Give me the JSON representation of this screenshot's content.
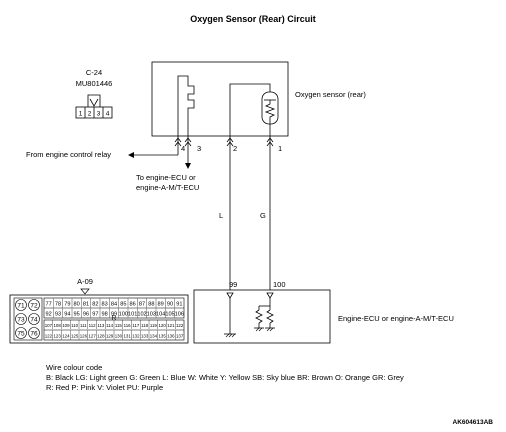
{
  "title": "Oxygen Sensor (Rear) Circuit",
  "connector_c24": {
    "id": "C-24",
    "part_no": "MU801446",
    "pins": [
      "1",
      "2",
      "3",
      "4"
    ]
  },
  "sensor": {
    "label": "Oxygen sensor (rear)"
  },
  "terminals": {
    "t4": "4",
    "t3": "3",
    "t2": "2",
    "t1": "1"
  },
  "annotations": {
    "from_relay": "From engine control relay",
    "to_ecu_line1": "To engine-ECU or",
    "to_ecu_line2": "engine-A-M/T-ECU"
  },
  "wires": {
    "left_colour": "L",
    "right_colour": "G"
  },
  "ecu": {
    "label": "Engine-ECU or engine-A-M/T-ECU",
    "pin_left": "99",
    "pin_right": "100"
  },
  "connector_a09": {
    "id": "A-09",
    "left_pins": [
      "71",
      "72",
      "73",
      "74",
      "75",
      "76"
    ],
    "row1": [
      "77",
      "78",
      "79",
      "80",
      "81",
      "82",
      "83",
      "84",
      "85",
      "86",
      "87",
      "88",
      "89",
      "90",
      "91"
    ],
    "row2": [
      "92",
      "93",
      "94",
      "95",
      "96",
      "97",
      "98",
      "99",
      "100",
      "101",
      "102",
      "103",
      "104",
      "105",
      "106"
    ],
    "row3": [
      "107",
      "108",
      "109",
      "110",
      "111",
      "112",
      "113",
      "114",
      "115",
      "116",
      "117",
      "118",
      "119",
      "120",
      "121",
      "122"
    ],
    "row4": [
      "122",
      "123",
      "124",
      "125",
      "126",
      "127",
      "128",
      "129",
      "130",
      "131",
      "132",
      "133",
      "134",
      "135",
      "136",
      "137"
    ],
    "marker": "R"
  },
  "legend": {
    "heading": "Wire colour code",
    "line1": "B: Black  LG: Light green  G: Green  L: Blue  W: White  Y: Yellow  SB: Sky blue  BR: Brown  O: Orange  GR: Grey",
    "line2": "R: Red  P: Pink  V: Violet  PU: Purple"
  },
  "figure_code": "AK604613AB"
}
